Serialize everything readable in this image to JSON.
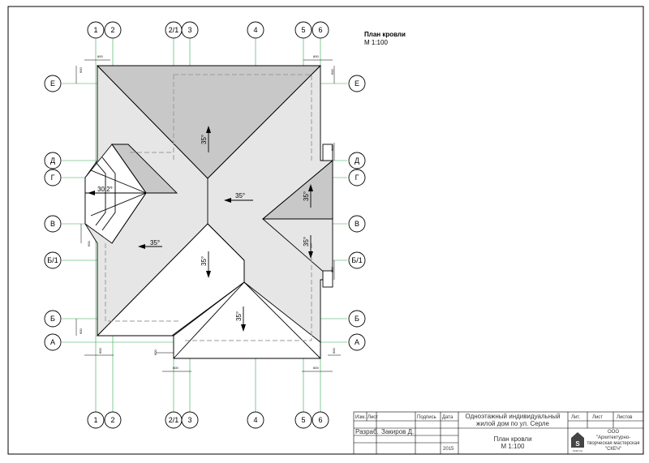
{
  "title": {
    "name": "План кровли",
    "scale": "М 1:100"
  },
  "axes": {
    "vertical": [
      "1",
      "2",
      "2/1",
      "3",
      "4",
      "5",
      "6"
    ],
    "horizontal": [
      "Е",
      "Д",
      "Г",
      "В",
      "Б/1",
      "Б",
      "А"
    ]
  },
  "slopes": {
    "dormer": "30.2°",
    "main": "35°"
  },
  "dims": {
    "overhang": "600"
  },
  "title_block": {
    "header": [
      "Изм.",
      "Лист",
      "",
      "Подпись",
      "Дата"
    ],
    "dev_label": "Разраб.",
    "dev_name": "Закиров Д.",
    "year": "2015",
    "project": "Одноэтажный индивидуальный жилой дом по ул. Серле",
    "sheet_title": "План кровли",
    "sheet_scale": "М 1:100",
    "lit": "Лит.",
    "list": "Лист",
    "listov": "Листов",
    "org_line1": "ООО",
    "org_line2": "\"Архитектурно-",
    "org_line3": "творческая мастерская",
    "org_line4": "\"СКЕЧ\"",
    "logo_text": "SKETCH"
  }
}
